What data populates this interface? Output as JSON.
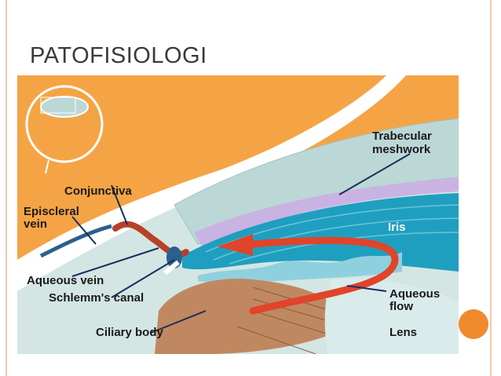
{
  "slide": {
    "title": "PATOFISIOLOGI"
  },
  "diagram": {
    "labels": {
      "trabecular_1": "Trabecular",
      "trabecular_2": "meshwork",
      "conjunctiva": "Conjunctiva",
      "episcleral_1": "Episcleral",
      "episcleral_2": "vein",
      "iris": "Iris",
      "aqueous_vein": "Aqueous vein",
      "schlemm": "Schlemm's canal",
      "aqueous_flow_1": "Aqueous",
      "aqueous_flow_2": "flow",
      "ciliary": "Ciliary body",
      "lens": "Lens"
    }
  },
  "colors": {
    "accent": "#f08a2c",
    "frame": "#f2c9a7",
    "orange_bg": "#f5a445",
    "cornea": "#cfe3df",
    "iris": "#1f9fbf",
    "flow_arrow": "#e0442a",
    "meshwork": "#c9b3e3"
  }
}
